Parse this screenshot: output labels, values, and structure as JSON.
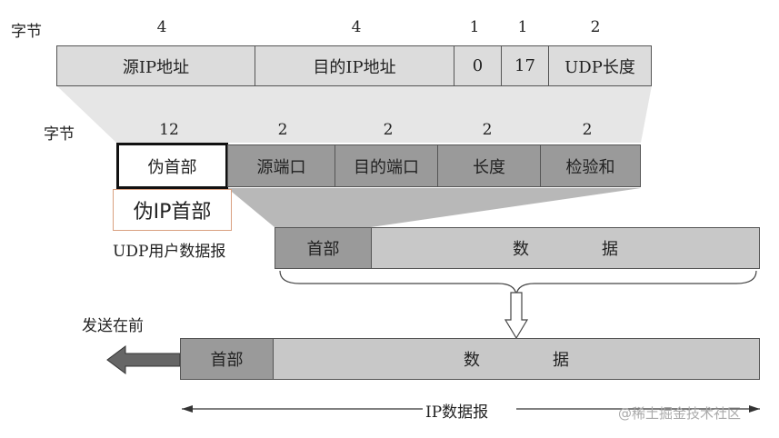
{
  "pseudo_header": {
    "byte_label": "字节",
    "sizes": [
      "4",
      "4",
      "1",
      "1",
      "2"
    ],
    "fields": [
      "源IP地址",
      "目的IP地址",
      "0",
      "17",
      "UDP长度"
    ]
  },
  "udp_header": {
    "byte_label": "字节",
    "sizes": [
      "12",
      "2",
      "2",
      "2",
      "2"
    ],
    "fields": [
      "伪首部",
      "源端口",
      "目的端口",
      "长度",
      "检验和"
    ],
    "pseudo_note": "伪IP首部"
  },
  "udp_datagram": {
    "label": "UDP用户数据报",
    "header": "首部",
    "data": [
      "数",
      "据"
    ]
  },
  "ip_datagram": {
    "send_first": "发送在前",
    "header": "首部",
    "data": [
      "数",
      "据"
    ],
    "span_label": "IP数据报"
  },
  "watermark": "@稀土掘金技术社区",
  "colors": {
    "light": "#dcdcdc",
    "mid": "#c8c8c8",
    "dark": "#9a9a9a",
    "note_border": "#d9a080"
  }
}
